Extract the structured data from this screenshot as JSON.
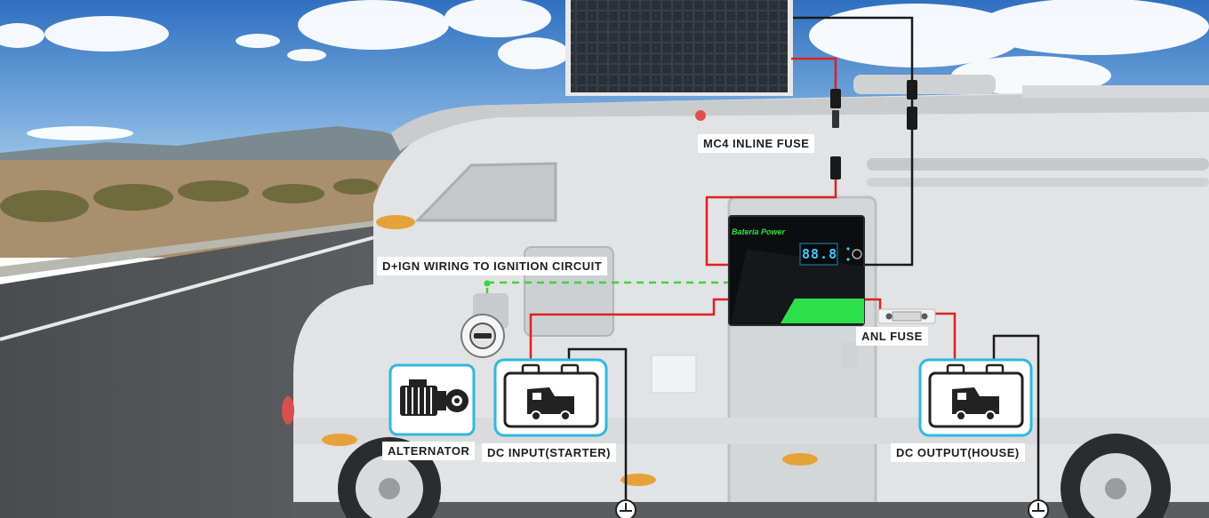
{
  "labels": {
    "mc4_fuse": "MC4 INLINE FUSE",
    "ignition": "D+IGN WIRING TO IGNITION CIRCUIT",
    "anl_fuse": "ANL FUSE",
    "alternator": "ALTERNATOR",
    "dc_input": "DC INPUT(STARTER)",
    "dc_output": "DC OUTPUT(HOUSE)"
  },
  "charger": {
    "brand": "Bateria Power",
    "display": "88.8"
  },
  "colors": {
    "positive_wire": "#e02020",
    "negative_wire": "#1a1a1a",
    "ignition_wire": "#39d639",
    "component_frame": "#2fb8e0",
    "charger_accent": "#2ee04a"
  },
  "icons": {
    "solar_panel": "solar-panel-icon",
    "dc_dc_charger": "charger-icon",
    "alternator": "alternator-icon",
    "starter_battery": "battery-camper-icon",
    "house_battery": "battery-camper-icon",
    "ignition": "ignition-switch-icon",
    "ground": "ground-icon"
  }
}
